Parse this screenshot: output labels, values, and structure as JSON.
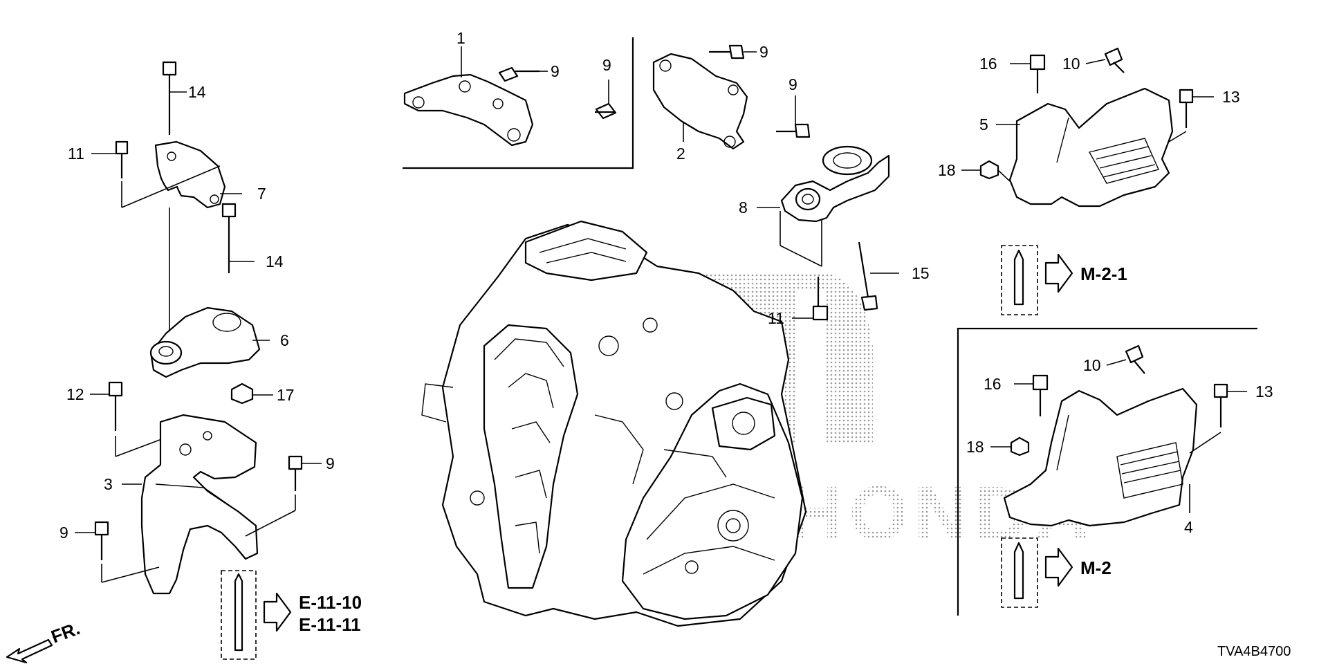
{
  "callouts": {
    "n1": "1",
    "n2": "2",
    "n3": "3",
    "n4": "4",
    "n5": "5",
    "n6": "6",
    "n7": "7",
    "n8": "8",
    "n9": "9",
    "n10": "10",
    "n11": "11",
    "n12": "12",
    "n13": "13",
    "n14": "14",
    "n15": "15",
    "n16": "16",
    "n17": "17",
    "n18": "18"
  },
  "references": {
    "e1": "E-11-10",
    "e2": "E-11-11",
    "m21": "M-2-1",
    "m2": "M-2"
  },
  "front_marker": "FR.",
  "diagram_code": "TVA4B4700",
  "watermark": "HONDA"
}
